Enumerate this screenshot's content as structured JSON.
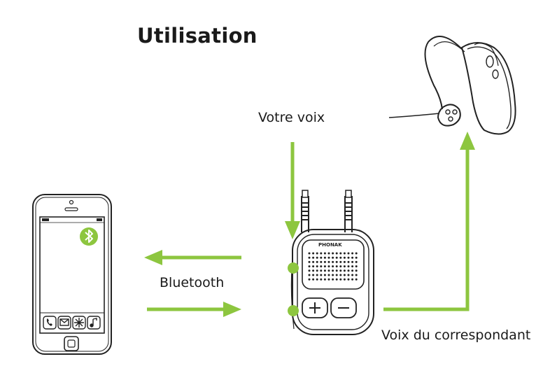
{
  "title": "Utilisation",
  "labels": {
    "your_voice": "Votre voix",
    "bluetooth": "Bluetooth",
    "caller_voice": "Voix du correspondant",
    "brand": "PHONAK"
  },
  "icons": {
    "phone": "phone-icon",
    "mail": "mail-icon",
    "safari": "compass-icon",
    "music": "music-icon",
    "bluetooth": "bluetooth-icon"
  },
  "colors": {
    "arrow": "#8dc63f",
    "outline": "#222222"
  }
}
